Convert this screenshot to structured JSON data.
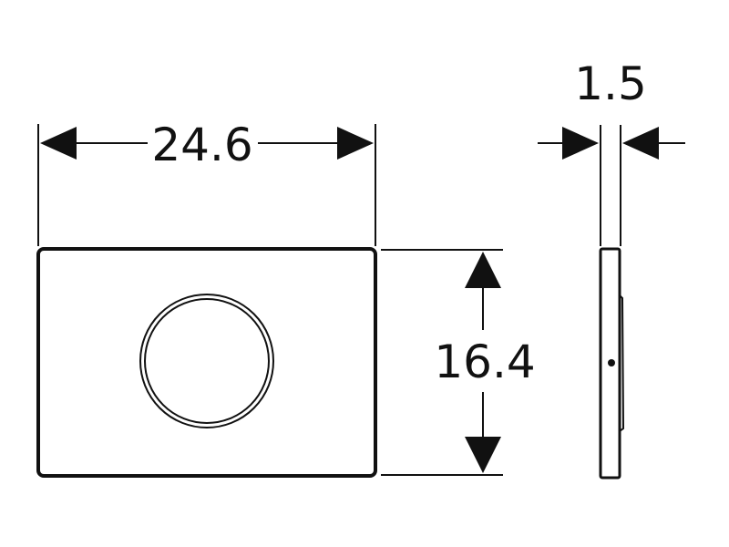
{
  "drawing": {
    "dimensions": {
      "width": {
        "value": "24.6"
      },
      "height": {
        "value": "16.4"
      },
      "thickness": {
        "value": "1.5"
      }
    },
    "colors": {
      "line": "#111111",
      "background": "#ffffff"
    }
  }
}
